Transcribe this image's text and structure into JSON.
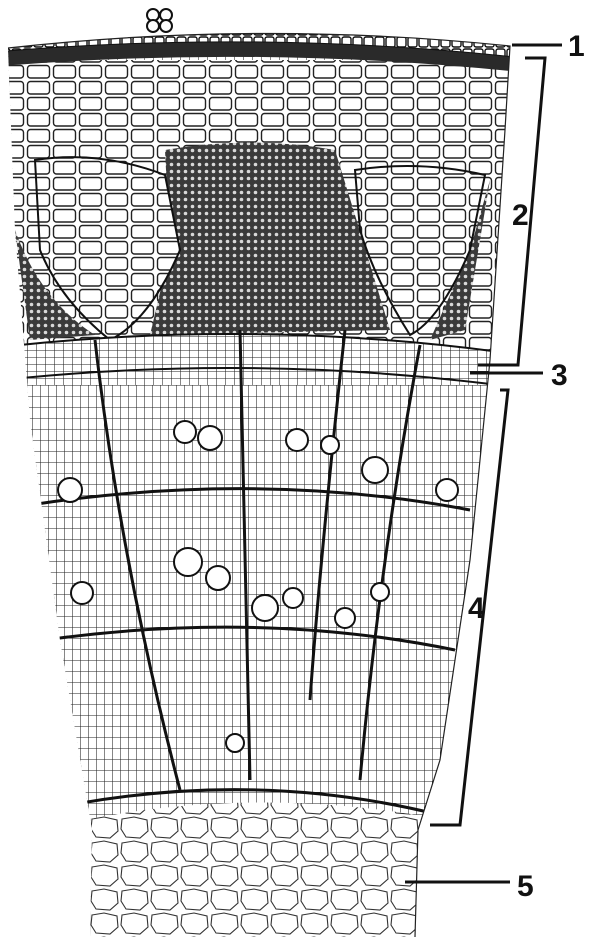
{
  "labels": {
    "l1": "1",
    "l2": "2",
    "l3": "3",
    "l4": "4",
    "l5": "5"
  },
  "colors": {
    "ink": "#111111",
    "cell_fill": "#ffffff",
    "dense_tissue": "#2a2a2a",
    "background": "#ffffff"
  }
}
